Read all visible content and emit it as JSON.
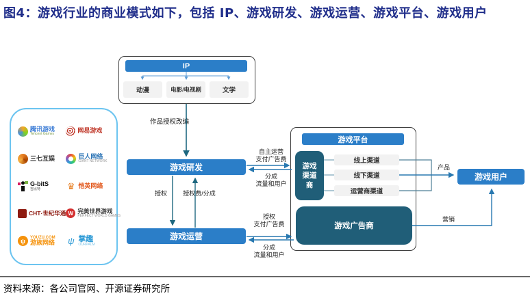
{
  "title": "图4：游戏行业的商业模式如下，包括 IP、游戏研发、游戏运营、游戏平台、游戏用户",
  "source_label": "资料来源：",
  "source_text": "各公司官网、开源证券研究所",
  "colors": {
    "accent_blue": "#2B7EC8",
    "dark_teal": "#205E78",
    "title_navy": "#1F2D8A",
    "panel_border_blue": "#6CC4F0"
  },
  "companies": [
    {
      "name": "腾讯游戏",
      "subtitle": "Tencent Games"
    },
    {
      "name": "网易游戏",
      "subtitle": ""
    },
    {
      "name": "三七互娱",
      "subtitle": ""
    },
    {
      "name": "巨人网络",
      "subtitle": "GIANT NETWORK"
    },
    {
      "name": "G-bitS",
      "subtitle": "吉比特"
    },
    {
      "name": "恺英网络",
      "subtitle": ""
    },
    {
      "name": "CHT·世纪华通",
      "subtitle": ""
    },
    {
      "name": "完美世界游戏",
      "subtitle": "PERFECT WORLD GAMES"
    },
    {
      "name": "游族网络",
      "subtitle": "YOUZU.COM"
    },
    {
      "name": "掌趣",
      "subtitle": "OURPALM"
    }
  ],
  "diagram": {
    "ip": {
      "title": "IP",
      "sources": [
        "动漫",
        "电影/电视剧",
        "文学"
      ]
    },
    "nodes": {
      "rd": "游戏研发",
      "ops": "游戏运营",
      "platform": "游戏平台",
      "channel_dealer": "游戏渠道商",
      "channels": [
        "线上渠道",
        "线下渠道",
        "运营商渠道"
      ],
      "advertiser": "游戏广告商",
      "users": "游戏用户"
    },
    "labels": {
      "ip_license": "作品授权改编",
      "license": "授权",
      "license_fee": "授权费/分成",
      "rd_self_run_1": "自主运营",
      "rd_self_run_2": "支付广告费",
      "rd_share_1": "分成",
      "rd_share_2": "流量和用户",
      "ops_adv_1": "授权",
      "ops_adv_2": "支付广告费",
      "ops_share_1": "分成",
      "ops_share_2": "流量和用户",
      "product": "产品",
      "marketing": "营销"
    }
  }
}
